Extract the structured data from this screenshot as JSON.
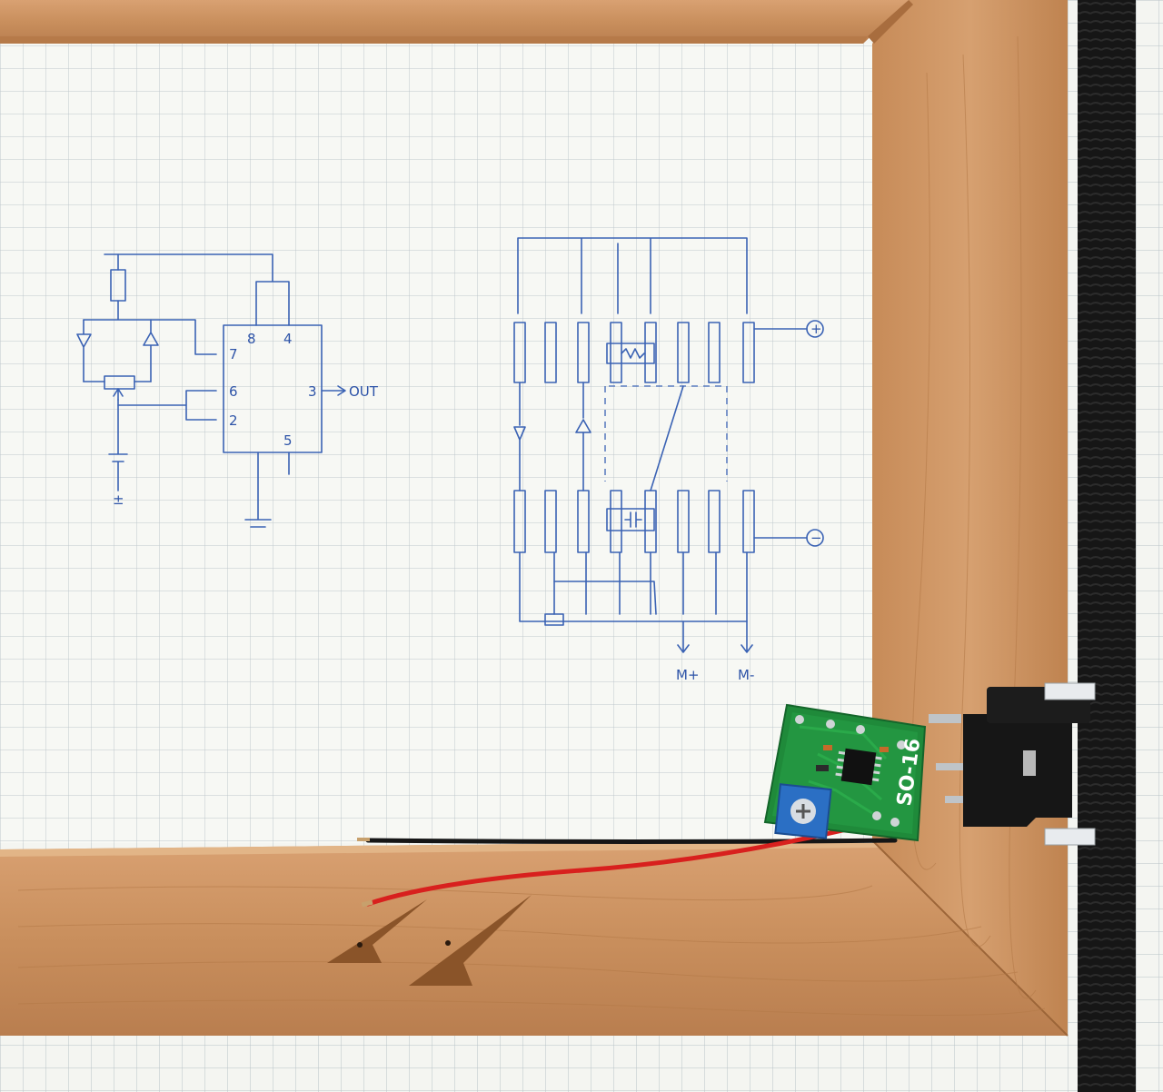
{
  "sketch": {
    "schematic_labels": {
      "pin7": "7",
      "pin8": "8",
      "pin4": "4",
      "pin6": "6",
      "pin3": "3",
      "pin2": "2",
      "pin5": "5",
      "output": "OUT",
      "battery_mark": "±"
    },
    "layout_labels": {
      "plus": "+",
      "minus": "−",
      "motor_plus": "M+",
      "motor_minus": "M-"
    }
  },
  "board": {
    "silkscreen": "SO-16"
  },
  "colors": {
    "paper": "#f4f5f1",
    "grid": "#b9c2c8",
    "ink": "#3a62b4",
    "wood": "#c9905e",
    "pcb": "#1f8a3a",
    "wire_red": "#d8201e",
    "wire_black": "#161616",
    "strap": "#141414"
  }
}
